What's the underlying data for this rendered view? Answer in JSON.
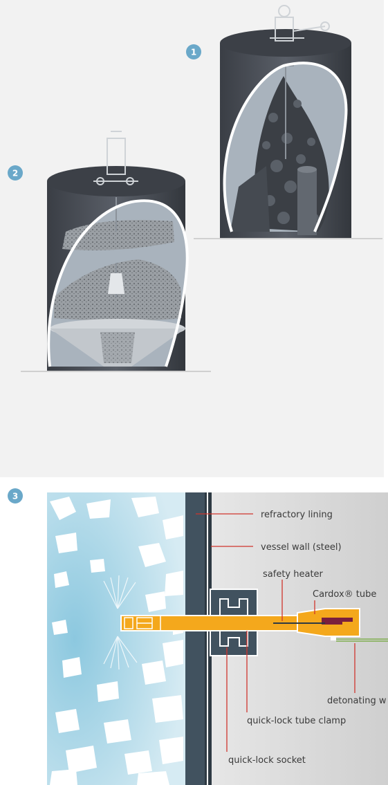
{
  "badges": {
    "one": "1",
    "two": "2",
    "three": "3"
  },
  "labels": {
    "refractory_lining": "refractory lining",
    "vessel_wall": "vessel wall (steel)",
    "safety_heater": "safety heater",
    "cardox_tube": "Cardox® tube",
    "detonating": "detonating w",
    "tube_clamp": "quick-lock tube clamp",
    "socket": "quick-lock socket"
  },
  "colors": {
    "panel_bg": "#f2f2f2",
    "silo_body": "#4a4f57",
    "silo_top": "#3c4047",
    "cutaway": "#a9b3bd",
    "badge": "#6aa8c9",
    "wall": "#41525f",
    "tube": "#f4a81c",
    "leader": "#d0342c",
    "wire": "#7fae4e",
    "material_light": "#cfd4d8"
  }
}
